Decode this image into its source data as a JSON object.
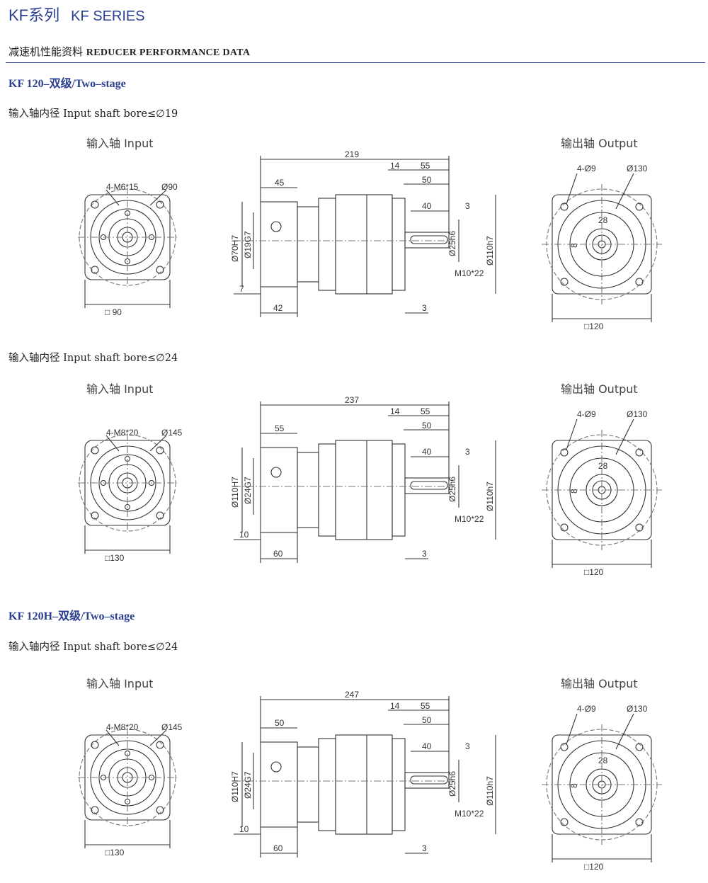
{
  "header": {
    "series_cn": "KF系列",
    "series_en": "KF SERIES",
    "section_cn": "减速机性能资料",
    "section_en": "REDUCER PERFORMANCE DATA"
  },
  "accent_color": "#2b3f8f",
  "models": [
    {
      "title": "KF 120–双级/Two–stage"
    },
    {
      "title": "KF 120H–双级/Two–stage"
    }
  ],
  "drawings": [
    {
      "bore_text": "输入轴内径 Input shaft bore≤∅19",
      "input_label": "输入轴  Input",
      "output_label": "输出轴  Output",
      "input_dims": {
        "bolt": "4-M6*15",
        "pcd": "Ø90",
        "square": "□ 90"
      },
      "side_dims": {
        "total": "219",
        "d14": "14",
        "d55": "55",
        "d45": "45",
        "d50": "50",
        "d40": "40",
        "d3a": "3",
        "d7": "7",
        "d42": "42",
        "d3b": "3",
        "bore": "Ø70H7",
        "input_bore": "Ø19G7",
        "shaft": "Ø25h6",
        "pilot": "Ø110h7",
        "thread": "M10*22"
      },
      "output_dims": {
        "holes": "4-Ø9",
        "pcd": "Ø130",
        "key": "28",
        "keyw": "8",
        "square": "□120"
      }
    },
    {
      "bore_text": "输入轴内径 Input shaft bore≤∅24",
      "input_label": "输入轴  Input",
      "output_label": "输出轴  Output",
      "input_dims": {
        "bolt": "4-M8*20",
        "pcd": "Ø145",
        "square": "□130"
      },
      "side_dims": {
        "total": "237",
        "d14": "14",
        "d55": "55",
        "d45": "55",
        "d50": "50",
        "d40": "40",
        "d3a": "3",
        "d7": "10",
        "d42": "60",
        "d3b": "3",
        "bore": "Ø110H7",
        "input_bore": "Ø24G7",
        "shaft": "Ø25h6",
        "pilot": "Ø110h7",
        "thread": "M10*22"
      },
      "output_dims": {
        "holes": "4-Ø9",
        "pcd": "Ø130",
        "key": "28",
        "keyw": "8",
        "square": "□120"
      }
    },
    {
      "bore_text": "输入轴内径 Input shaft bore≤∅24",
      "input_label": "输入轴  Input",
      "output_label": "输出轴  Output",
      "input_dims": {
        "bolt": "4-M8*20",
        "pcd": "Ø145",
        "square": "□130"
      },
      "side_dims": {
        "total": "247",
        "d14": "14",
        "d55": "55",
        "d45": "50",
        "d50": "50",
        "d40": "40",
        "d3a": "3",
        "d7": "10",
        "d42": "60",
        "d3b": "3",
        "bore": "Ø110H7",
        "input_bore": "Ø24G7",
        "shaft": "Ø25h6",
        "pilot": "Ø110h7",
        "thread": "M10*22"
      },
      "output_dims": {
        "holes": "4-Ø9",
        "pcd": "Ø130",
        "key": "28",
        "keyw": "8",
        "square": "□120"
      }
    }
  ]
}
